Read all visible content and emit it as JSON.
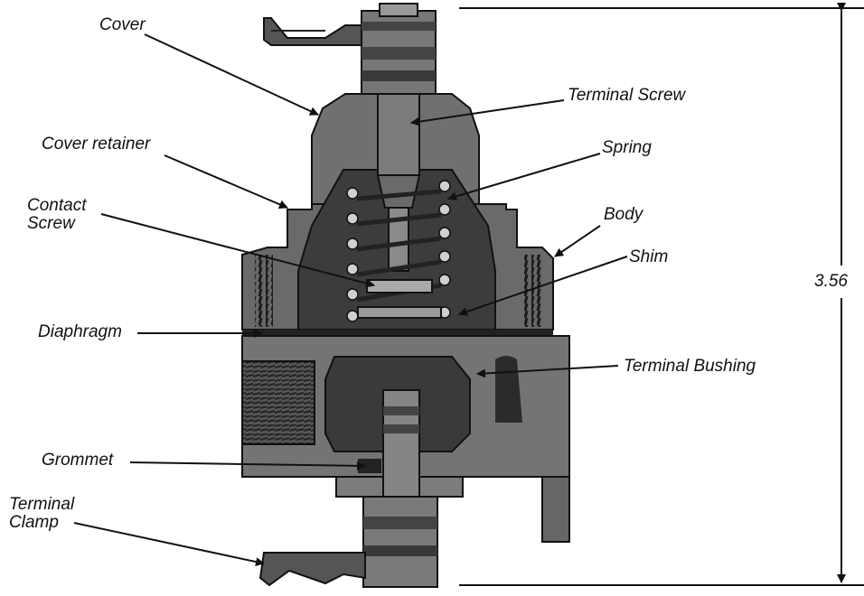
{
  "labels": {
    "cover": "Cover",
    "cover_retainer": "Cover retainer",
    "contact_screw": "Contact\nScrew",
    "diaphragm": "Diaphragm",
    "grommet": "Grommet",
    "terminal_clamp": "Terminal\nClamp",
    "terminal_screw": "Terminal Screw",
    "spring": "Spring",
    "body": "Body",
    "shim": "Shim",
    "terminal_bushing": "Terminal Bushing"
  },
  "dimension": {
    "height_value": "3.56"
  },
  "colors": {
    "body_fill": "#6e6e6e",
    "dark": "#2a2a2a",
    "mid": "#8a8a8a",
    "light": "#c8c8c8",
    "line": "#111111"
  }
}
